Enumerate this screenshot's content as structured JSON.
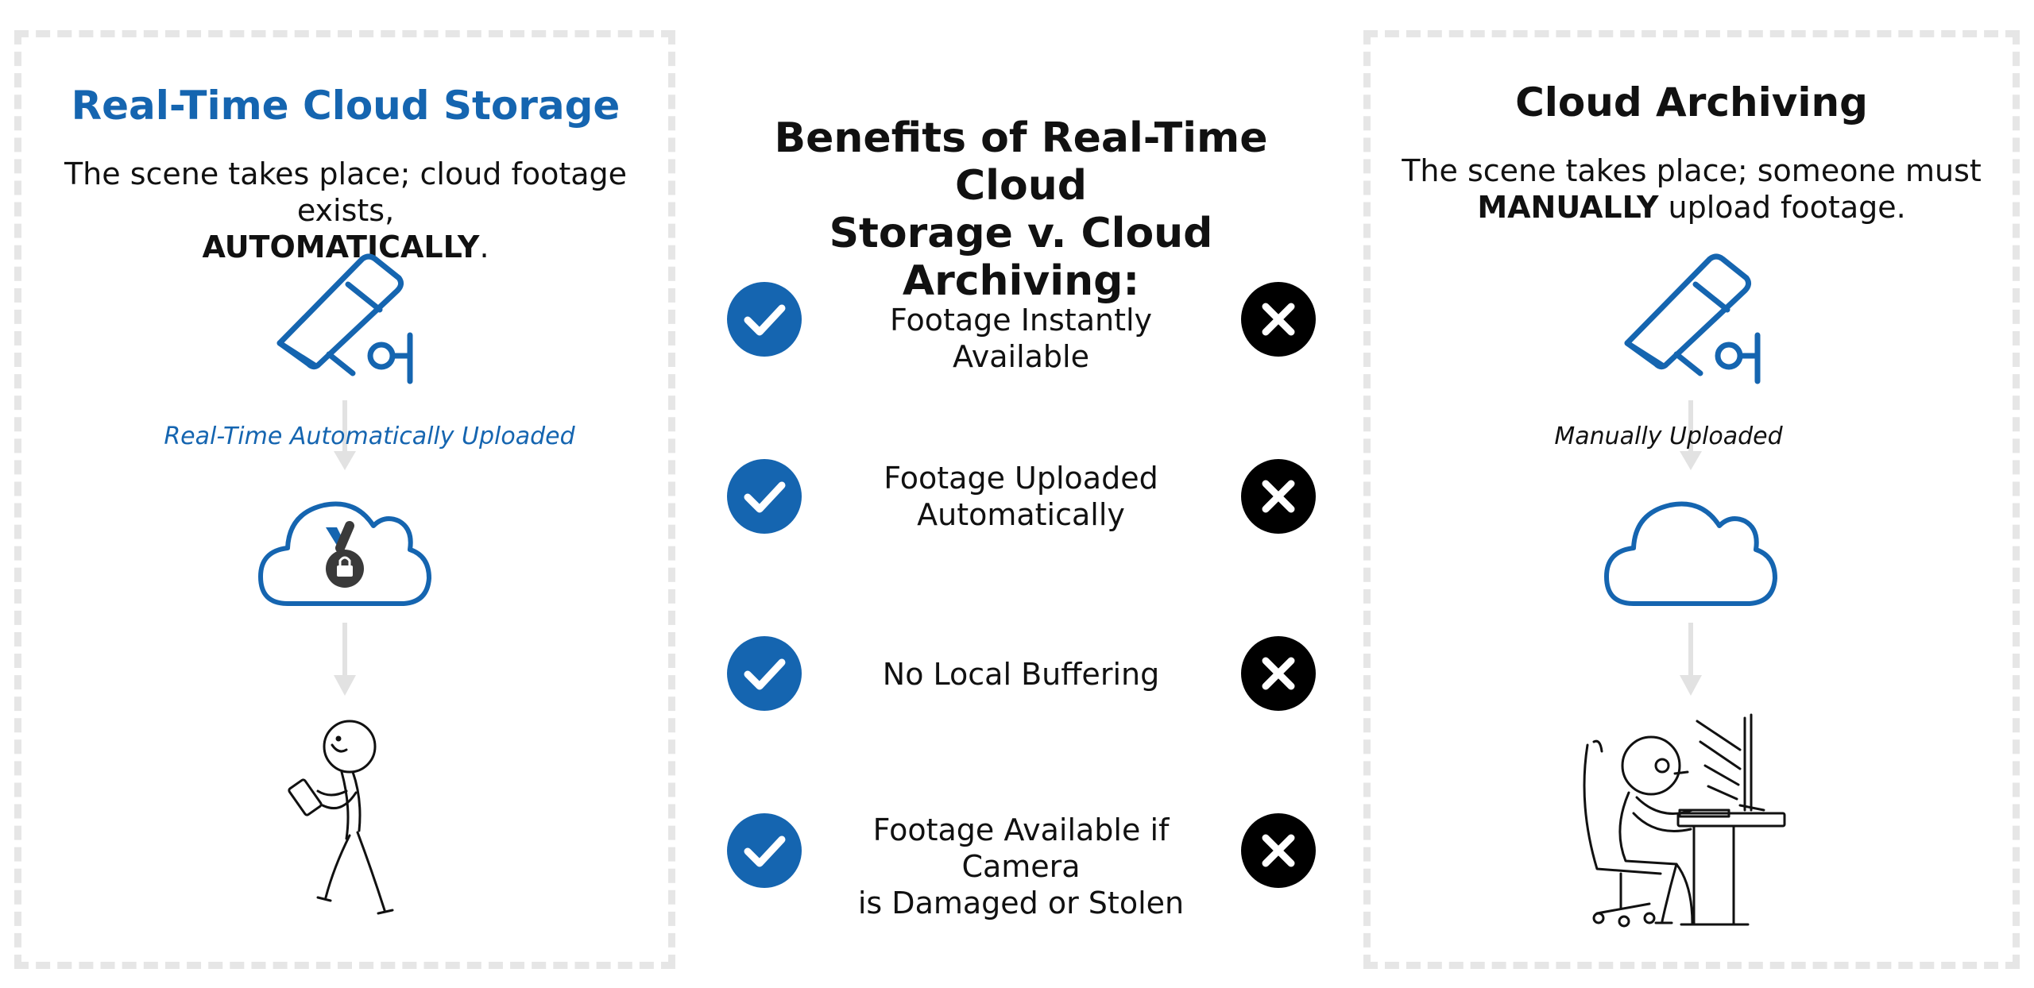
{
  "left": {
    "title": "Real-Time Cloud Storage",
    "desc_line1": "The scene takes place; cloud footage exists,",
    "desc_bold": "AUTOMATICALLY",
    "desc_end": ".",
    "upload_label": "Real-Time Automatically Uploaded",
    "camera_icon": "security-camera-icon",
    "cloud_icon": "cloud-lock-logo-icon",
    "person_icon": "person-walking-phone-icon"
  },
  "center": {
    "title_line1": "Benefits of Real-Time Cloud",
    "title_line2": "Storage v. Cloud Archiving:",
    "rows": [
      {
        "line1": "Footage Instantly Available",
        "line2": ""
      },
      {
        "line1": "Footage Uploaded",
        "line2": "Automatically"
      },
      {
        "line1": "No Local Buffering",
        "line2": ""
      },
      {
        "line1": "Footage Available if Camera",
        "line2": "is Damaged or Stolen"
      }
    ]
  },
  "right": {
    "title": "Cloud Archiving",
    "desc_line1": "The scene takes place; someone must",
    "desc_bold": "MANUALLY",
    "desc_end": " upload footage.",
    "upload_label": "Manually Uploaded",
    "camera_icon": "security-camera-icon",
    "cloud_icon": "cloud-icon",
    "person_icon": "person-at-computer-icon"
  },
  "colors": {
    "brand_blue": "#1565b0",
    "black": "#000000",
    "dash_gray": "#e6e6e6",
    "arrow_gray": "#e2e2e2"
  }
}
